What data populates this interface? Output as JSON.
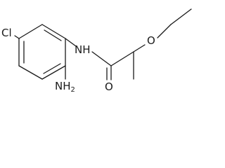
{
  "molecule": {
    "atoms": {
      "chlorine": "Cl",
      "amide_nitrogen": "NH",
      "amide_oxygen": "O",
      "ether_oxygen": "O",
      "amino_nitrogen": "NH",
      "amino_subscript": "2"
    }
  }
}
